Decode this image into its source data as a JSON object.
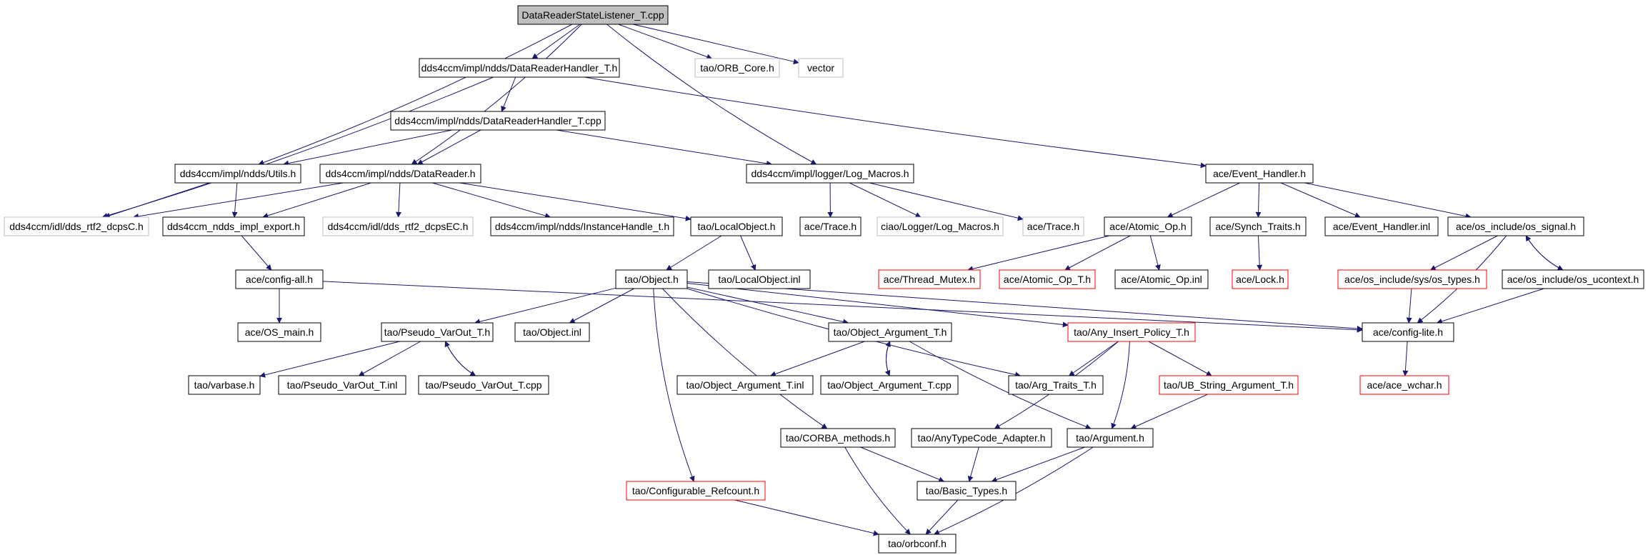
{
  "colors": {
    "edge": "#191970",
    "normal_border": "#000000",
    "external_border": "#bfbfbf",
    "missing_border": "#ff0000",
    "root_fill": "#bfbfbf",
    "text": "#000000"
  },
  "nodes": [
    {
      "id": "root",
      "label": "DataReaderStateListener_T.cpp",
      "kind": "root"
    },
    {
      "id": "drh_h",
      "label": "dds4ccm/impl/ndds/DataReaderHandler_T.h",
      "kind": "normal"
    },
    {
      "id": "orb_core",
      "label": "tao/ORB_Core.h",
      "kind": "external"
    },
    {
      "id": "vector",
      "label": "vector",
      "kind": "external"
    },
    {
      "id": "drh_cpp",
      "label": "dds4ccm/impl/ndds/DataReaderHandler_T.cpp",
      "kind": "normal"
    },
    {
      "id": "utils",
      "label": "dds4ccm/impl/ndds/Utils.h",
      "kind": "normal"
    },
    {
      "id": "datareader",
      "label": "dds4ccm/impl/ndds/DataReader.h",
      "kind": "normal"
    },
    {
      "id": "log_macros",
      "label": "dds4ccm/impl/logger/Log_Macros.h",
      "kind": "normal"
    },
    {
      "id": "event_handler",
      "label": "ace/Event_Handler.h",
      "kind": "normal"
    },
    {
      "id": "dcpsc",
      "label": "dds4ccm/idl/dds_rtf2_dcpsC.h",
      "kind": "external"
    },
    {
      "id": "impl_export",
      "label": "dds4ccm_ndds_impl_export.h",
      "kind": "normal"
    },
    {
      "id": "dcpsec",
      "label": "dds4ccm/idl/dds_rtf2_dcpsEC.h",
      "kind": "external"
    },
    {
      "id": "inst_handle",
      "label": "dds4ccm/impl/ndds/InstanceHandle_t.h",
      "kind": "normal"
    },
    {
      "id": "localobject",
      "label": "tao/LocalObject.h",
      "kind": "normal"
    },
    {
      "id": "trace",
      "label": "ace/Trace.h",
      "kind": "normal"
    },
    {
      "id": "ciao_log",
      "label": "ciao/Logger/Log_Macros.h",
      "kind": "external"
    },
    {
      "id": "trace2",
      "label": "ace/Trace.h",
      "kind": "external"
    },
    {
      "id": "atomic_op",
      "label": "ace/Atomic_Op.h",
      "kind": "normal"
    },
    {
      "id": "synch_traits",
      "label": "ace/Synch_Traits.h",
      "kind": "normal"
    },
    {
      "id": "eh_inl",
      "label": "ace/Event_Handler.inl",
      "kind": "normal"
    },
    {
      "id": "os_signal",
      "label": "ace/os_include/os_signal.h",
      "kind": "normal"
    },
    {
      "id": "config_all",
      "label": "ace/config-all.h",
      "kind": "normal"
    },
    {
      "id": "tao_object",
      "label": "tao/Object.h",
      "kind": "normal"
    },
    {
      "id": "localobject_inl",
      "label": "tao/LocalObject.inl",
      "kind": "normal"
    },
    {
      "id": "thread_mutex",
      "label": "ace/Thread_Mutex.h",
      "kind": "missing"
    },
    {
      "id": "atomic_op_t",
      "label": "ace/Atomic_Op_T.h",
      "kind": "missing"
    },
    {
      "id": "atomic_op_inl",
      "label": "ace/Atomic_Op.inl",
      "kind": "normal"
    },
    {
      "id": "lock",
      "label": "ace/Lock.h",
      "kind": "missing"
    },
    {
      "id": "os_types",
      "label": "ace/os_include/sys/os_types.h",
      "kind": "missing"
    },
    {
      "id": "os_ucontext",
      "label": "ace/os_include/os_ucontext.h",
      "kind": "normal"
    },
    {
      "id": "os_main",
      "label": "ace/OS_main.h",
      "kind": "normal"
    },
    {
      "id": "pseudo_varout",
      "label": "tao/Pseudo_VarOut_T.h",
      "kind": "normal"
    },
    {
      "id": "object_inl",
      "label": "tao/Object.inl",
      "kind": "normal"
    },
    {
      "id": "obj_arg",
      "label": "tao/Object_Argument_T.h",
      "kind": "normal"
    },
    {
      "id": "any_insert",
      "label": "tao/Any_Insert_Policy_T.h",
      "kind": "missing"
    },
    {
      "id": "config_lite",
      "label": "ace/config-lite.h",
      "kind": "normal"
    },
    {
      "id": "varbase",
      "label": "tao/varbase.h",
      "kind": "normal"
    },
    {
      "id": "pv_inl",
      "label": "tao/Pseudo_VarOut_T.inl",
      "kind": "normal"
    },
    {
      "id": "pv_cpp",
      "label": "tao/Pseudo_VarOut_T.cpp",
      "kind": "normal"
    },
    {
      "id": "oa_inl",
      "label": "tao/Object_Argument_T.inl",
      "kind": "normal"
    },
    {
      "id": "oa_cpp",
      "label": "tao/Object_Argument_T.cpp",
      "kind": "normal"
    },
    {
      "id": "arg_traits",
      "label": "tao/Arg_Traits_T.h",
      "kind": "normal"
    },
    {
      "id": "ub_string",
      "label": "tao/UB_String_Argument_T.h",
      "kind": "missing"
    },
    {
      "id": "ace_wchar",
      "label": "ace/ace_wchar.h",
      "kind": "missing"
    },
    {
      "id": "corba_methods",
      "label": "tao/CORBA_methods.h",
      "kind": "normal"
    },
    {
      "id": "anytypecode",
      "label": "tao/AnyTypeCode_Adapter.h",
      "kind": "normal"
    },
    {
      "id": "argument",
      "label": "tao/Argument.h",
      "kind": "normal"
    },
    {
      "id": "conf_refcount",
      "label": "tao/Configurable_Refcount.h",
      "kind": "missing"
    },
    {
      "id": "basic_types",
      "label": "tao/Basic_Types.h",
      "kind": "normal"
    },
    {
      "id": "orbconf",
      "label": "tao/orbconf.h",
      "kind": "normal"
    }
  ],
  "edges": [
    [
      "root",
      "drh_h"
    ],
    [
      "root",
      "orb_core"
    ],
    [
      "root",
      "vector"
    ],
    [
      "root",
      "utils"
    ],
    [
      "root",
      "datareader"
    ],
    [
      "root",
      "log_macros"
    ],
    [
      "drh_h",
      "drh_cpp"
    ],
    [
      "drh_h",
      "dcpsc"
    ],
    [
      "drh_h",
      "event_handler"
    ],
    [
      "drh_cpp",
      "utils"
    ],
    [
      "drh_cpp",
      "datareader"
    ],
    [
      "drh_cpp",
      "log_macros"
    ],
    [
      "utils",
      "dcpsc"
    ],
    [
      "utils",
      "impl_export"
    ],
    [
      "datareader",
      "dcpsc"
    ],
    [
      "datareader",
      "impl_export"
    ],
    [
      "datareader",
      "dcpsec"
    ],
    [
      "datareader",
      "inst_handle"
    ],
    [
      "datareader",
      "localobject"
    ],
    [
      "log_macros",
      "trace"
    ],
    [
      "log_macros",
      "ciao_log"
    ],
    [
      "log_macros",
      "trace2"
    ],
    [
      "event_handler",
      "atomic_op"
    ],
    [
      "event_handler",
      "synch_traits"
    ],
    [
      "event_handler",
      "eh_inl"
    ],
    [
      "event_handler",
      "os_signal"
    ],
    [
      "impl_export",
      "config_all"
    ],
    [
      "localobject",
      "tao_object"
    ],
    [
      "localobject",
      "localobject_inl"
    ],
    [
      "atomic_op",
      "thread_mutex"
    ],
    [
      "atomic_op",
      "atomic_op_t"
    ],
    [
      "atomic_op",
      "atomic_op_inl"
    ],
    [
      "synch_traits",
      "lock"
    ],
    [
      "os_signal",
      "os_types"
    ],
    [
      "os_signal",
      "os_ucontext"
    ],
    [
      "os_signal",
      "config_lite"
    ],
    [
      "os_ucontext",
      "os_signal"
    ],
    [
      "os_ucontext",
      "config_lite"
    ],
    [
      "os_types",
      "config_lite"
    ],
    [
      "config_all",
      "os_main"
    ],
    [
      "config_all",
      "config_lite"
    ],
    [
      "tao_object",
      "pseudo_varout"
    ],
    [
      "tao_object",
      "object_inl"
    ],
    [
      "tao_object",
      "obj_arg"
    ],
    [
      "tao_object",
      "any_insert"
    ],
    [
      "tao_object",
      "config_lite"
    ],
    [
      "tao_object",
      "arg_traits"
    ],
    [
      "tao_object",
      "corba_methods"
    ],
    [
      "tao_object",
      "conf_refcount"
    ],
    [
      "pseudo_varout",
      "varbase"
    ],
    [
      "pseudo_varout",
      "pv_inl"
    ],
    [
      "pseudo_varout",
      "pv_cpp"
    ],
    [
      "pv_cpp",
      "pseudo_varout"
    ],
    [
      "obj_arg",
      "oa_inl"
    ],
    [
      "obj_arg",
      "oa_cpp"
    ],
    [
      "obj_arg",
      "argument"
    ],
    [
      "oa_cpp",
      "obj_arg"
    ],
    [
      "any_insert",
      "arg_traits"
    ],
    [
      "any_insert",
      "ub_string"
    ],
    [
      "any_insert",
      "anytypecode"
    ],
    [
      "any_insert",
      "argument"
    ],
    [
      "ub_string",
      "argument"
    ],
    [
      "config_lite",
      "ace_wchar"
    ],
    [
      "corba_methods",
      "basic_types"
    ],
    [
      "corba_methods",
      "orbconf"
    ],
    [
      "anytypecode",
      "basic_types"
    ],
    [
      "argument",
      "basic_types"
    ],
    [
      "argument",
      "orbconf"
    ],
    [
      "conf_refcount",
      "orbconf"
    ],
    [
      "basic_types",
      "orbconf"
    ]
  ]
}
